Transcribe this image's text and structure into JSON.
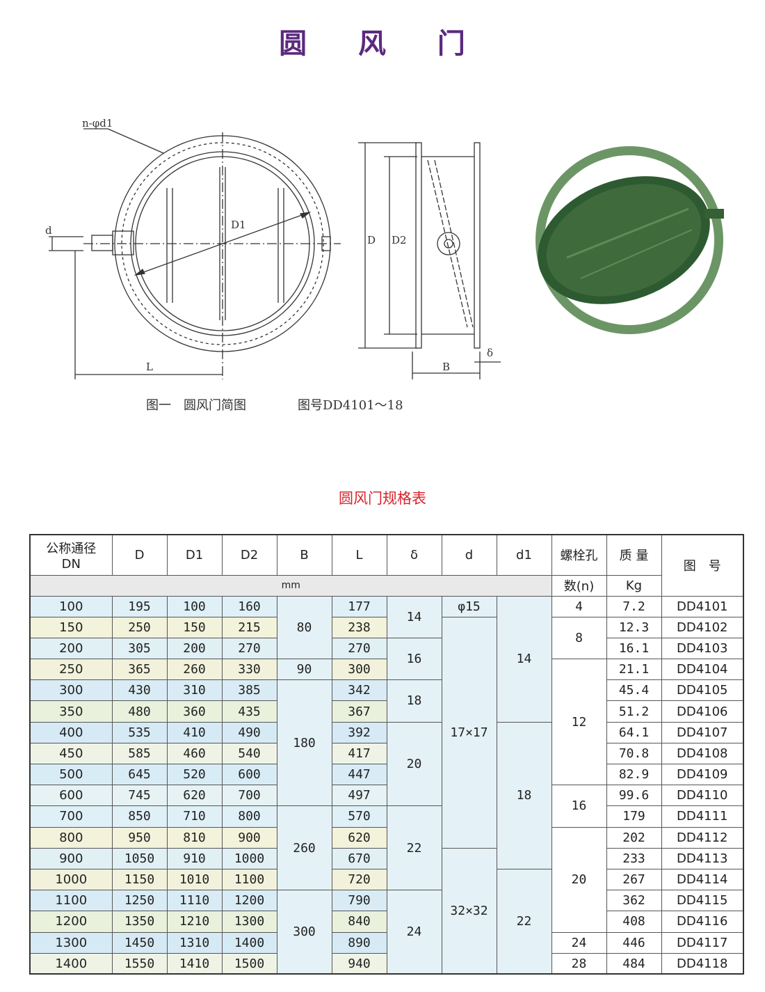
{
  "title": "圆 风 门",
  "drawing": {
    "label_bolts": "n-φd1",
    "label_d": "d",
    "label_D1": "D1",
    "label_L": "L",
    "label_D": "D",
    "label_D2": "D2",
    "label_B": "B",
    "label_delta": "δ"
  },
  "caption_left": "图一　圆风门简图",
  "caption_right": "图号DD4101～18",
  "table_title": "圆风门规格表",
  "header": {
    "dn": "公称通径\nDN",
    "D": "D",
    "D1": "D1",
    "D2": "D2",
    "B": "B",
    "L": "L",
    "delta": "δ",
    "d": "d",
    "d1": "d1",
    "bolt_holes": "螺栓孔",
    "bolt_holes_n": "数(n)",
    "weight": "质 量",
    "weight_unit": "Kg",
    "drawing_no": "图　号",
    "unit": "mm"
  },
  "rows": [
    {
      "dn": "100",
      "D": "195",
      "D1": "100",
      "D2": "160",
      "L": "177",
      "weight": "7.2",
      "no": "DD4101"
    },
    {
      "dn": "150",
      "D": "250",
      "D1": "150",
      "D2": "215",
      "L": "238",
      "weight": "12.3",
      "no": "DD4102"
    },
    {
      "dn": "200",
      "D": "305",
      "D1": "200",
      "D2": "270",
      "L": "270",
      "weight": "16.1",
      "no": "DD4103"
    },
    {
      "dn": "250",
      "D": "365",
      "D1": "260",
      "D2": "330",
      "L": "300",
      "weight": "21.1",
      "no": "DD4104"
    },
    {
      "dn": "300",
      "D": "430",
      "D1": "310",
      "D2": "385",
      "L": "342",
      "weight": "45.4",
      "no": "DD4105"
    },
    {
      "dn": "350",
      "D": "480",
      "D1": "360",
      "D2": "435",
      "L": "367",
      "weight": "51.2",
      "no": "DD4106"
    },
    {
      "dn": "400",
      "D": "535",
      "D1": "410",
      "D2": "490",
      "L": "392",
      "weight": "64.1",
      "no": "DD4107"
    },
    {
      "dn": "450",
      "D": "585",
      "D1": "460",
      "D2": "540",
      "L": "417",
      "weight": "70.8",
      "no": "DD4108"
    },
    {
      "dn": "500",
      "D": "645",
      "D1": "520",
      "D2": "600",
      "L": "447",
      "weight": "82.9",
      "no": "DD4109"
    },
    {
      "dn": "600",
      "D": "745",
      "D1": "620",
      "D2": "700",
      "L": "497",
      "weight": "99.6",
      "no": "DD4110"
    },
    {
      "dn": "700",
      "D": "850",
      "D1": "710",
      "D2": "800",
      "L": "570",
      "weight": "179",
      "no": "DD4111"
    },
    {
      "dn": "800",
      "D": "950",
      "D1": "810",
      "D2": "900",
      "L": "620",
      "weight": "202",
      "no": "DD4112"
    },
    {
      "dn": "900",
      "D": "1050",
      "D1": "910",
      "D2": "1000",
      "L": "670",
      "weight": "233",
      "no": "DD4113"
    },
    {
      "dn": "1000",
      "D": "1150",
      "D1": "1010",
      "D2": "1100",
      "L": "720",
      "weight": "267",
      "no": "DD4114"
    },
    {
      "dn": "1100",
      "D": "1250",
      "D1": "1110",
      "D2": "1200",
      "L": "790",
      "weight": "362",
      "no": "DD4115"
    },
    {
      "dn": "1200",
      "D": "1350",
      "D1": "1210",
      "D2": "1300",
      "L": "840",
      "weight": "408",
      "no": "DD4116"
    },
    {
      "dn": "1300",
      "D": "1450",
      "D1": "1310",
      "D2": "1400",
      "L": "890",
      "weight": "446",
      "no": "DD4117"
    },
    {
      "dn": "1400",
      "D": "1550",
      "D1": "1410",
      "D2": "1500",
      "L": "940",
      "weight": "484",
      "no": "DD4118"
    }
  ],
  "merged": {
    "B": [
      "80",
      "90",
      "180",
      "260",
      "300"
    ],
    "delta": [
      "14",
      "16",
      "18",
      "20",
      "22",
      "24"
    ],
    "d": [
      "φ15",
      "17×17",
      "32×32"
    ],
    "d1": [
      "14",
      "18",
      "22"
    ],
    "n": [
      "4",
      "8",
      "12",
      "16",
      "20",
      "24",
      "28"
    ]
  },
  "colors": {
    "title": "#5b2a7e",
    "table_title": "#d8242b",
    "damper_green": "#3f6b3c"
  }
}
